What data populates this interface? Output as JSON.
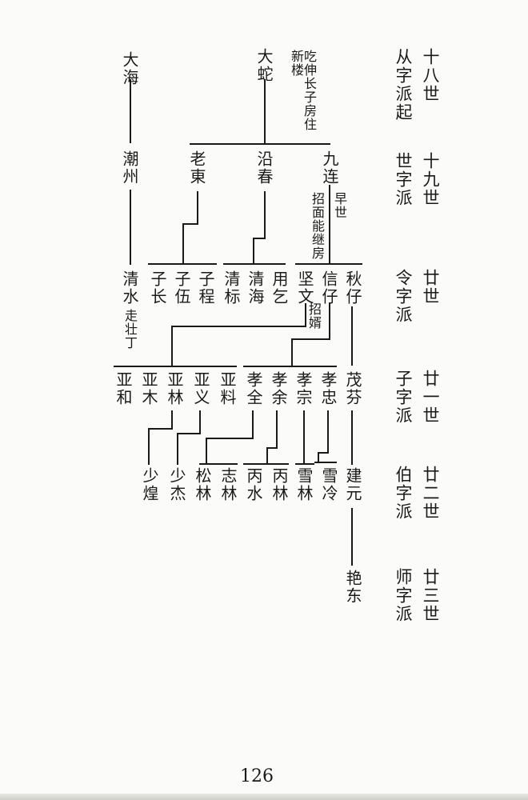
{
  "generations": [
    {
      "ordinal": "十八世",
      "pai": "从字派起"
    },
    {
      "ordinal": "十九世",
      "pai": "世字派"
    },
    {
      "ordinal": "廿世",
      "pai": "令字派"
    },
    {
      "ordinal": "廿一世",
      "pai": "子字派"
    },
    {
      "ordinal": "廿二世",
      "pai": "伯字派"
    },
    {
      "ordinal": "廿三世",
      "pai": "师字派"
    }
  ],
  "gen18": {
    "dahai": "大海",
    "dashe": "大蛇",
    "note": "吃伸长子房住新楼"
  },
  "gen19": {
    "chaozhou": "潮州",
    "laodong": "老東",
    "yanchun": "沿春",
    "jiulian": "九连",
    "note_zaoshi": "早世",
    "note_adopt": "招面能继房"
  },
  "gen20": {
    "qingshui": "清水",
    "note_zhuangding": "走壮丁",
    "zizhang": "子长",
    "ziwu": "子伍",
    "zicheng": "子程",
    "qingbiao": "清标",
    "qinghai": "清海",
    "yongqi": "用乞",
    "jianwen": "坚文",
    "xinzai": "信仔",
    "qiuzai": "秋仔",
    "note_zhaoxu": "招婿"
  },
  "gen21": {
    "yahe": "亚和",
    "yamu": "亚木",
    "yalin": "亚林",
    "yayi": "亚义",
    "yaliao": "亚料",
    "xiaoquan": "孝全",
    "xiaoyu": "孝余",
    "xiaozong": "孝宗",
    "xiaozhong": "孝忠",
    "maofen": "茂芬"
  },
  "gen22": {
    "shaohuang": "少煌",
    "shaojie": "少杰",
    "songlin": "松林",
    "zhilin": "志林",
    "bingshui": "丙水",
    "binglin": "丙林",
    "xuelin": "雪林",
    "xueleng": "雪冷",
    "jianyuan": "建元"
  },
  "gen23": {
    "yandong": "艳东"
  },
  "page_number": "126"
}
